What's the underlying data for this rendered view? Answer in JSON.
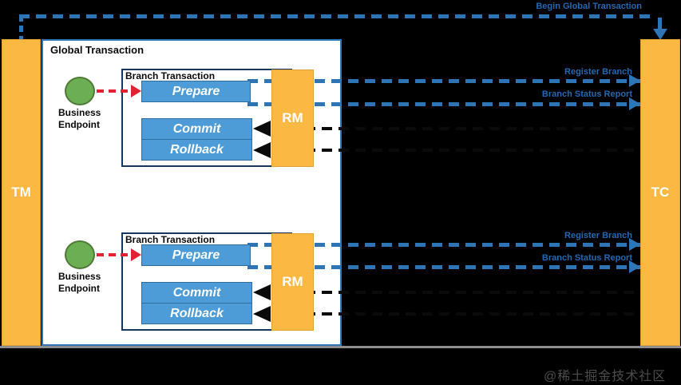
{
  "diagram": {
    "begin_global_transaction_label": "Begin Global Transaction",
    "tm_label": "TM",
    "tc_label": "TC",
    "global_transaction_label": "Global Transaction",
    "watermark": "@稀土掘金技术社区",
    "colors": {
      "background": "#000000",
      "pillar_orange": "#FBB843",
      "line_blue": "#2E75B6",
      "button_blue": "#4D9CD8",
      "endpoint_green": "#6BAE53",
      "invoke_red": "#E32133",
      "container_white": "#FFFFFF"
    },
    "branches": [
      {
        "label": "Branch Transaction",
        "endpoint_line1": "Business",
        "endpoint_line2": "Endpoint",
        "prepare_label": "Prepare",
        "commit_label": "Commit",
        "rollback_label": "Rollback",
        "rm_label": "RM",
        "register_branch_label": "Register Branch",
        "branch_status_report_label": "Branch Status Report"
      },
      {
        "label": "Branch Transaction",
        "endpoint_line1": "Business",
        "endpoint_line2": "Endpoint",
        "prepare_label": "Prepare",
        "commit_label": "Commit",
        "rollback_label": "Rollback",
        "rm_label": "RM",
        "register_branch_label": "Register Branch",
        "branch_status_report_label": "Branch Status Report"
      }
    ]
  }
}
